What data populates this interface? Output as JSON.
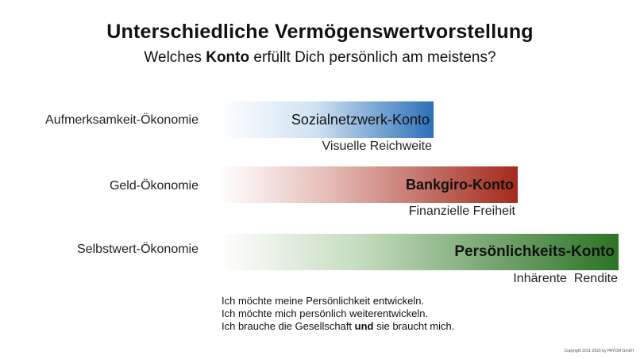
{
  "title": "Unterschiedliche Vermögenswertvorstellung",
  "subtitle": {
    "before": "Welches ",
    "emphasis": "Konto",
    "after": " erfüllt Dich persönlich am meistens?"
  },
  "rows": [
    {
      "economy": "Aufmerksamkeit-Ökonomie",
      "icon": "thumbs-up-icon",
      "account": "Sozialnetzwerk-Konto",
      "caption": "Visuelle Reichweite",
      "color": "#2d70b8"
    },
    {
      "economy": "Geld-Ökonomie",
      "icon_symbol": "€",
      "account": "Bankgiro-Konto",
      "caption": "Finanzielle Freiheit",
      "color": "#a42a1c"
    },
    {
      "economy": "Selbstwert-Ökonomie",
      "icon_symbol": "¢",
      "account": "Persönlichkeits-Konto",
      "caption": "Inhärente  Rendite",
      "color": "#2c7325"
    }
  ],
  "statements": {
    "line1": "Ich möchte meine Persönlichkeit entwickeln.",
    "line2": "Ich möchte mich persönlich weiterentwickeln.",
    "line3_before": "Ich brauche die Gesellschaft ",
    "line3_emphasis": "und",
    "line3_after": " sie braucht mich."
  },
  "copyright": "Copyright 2011-2020 by PAYOM GmbH"
}
